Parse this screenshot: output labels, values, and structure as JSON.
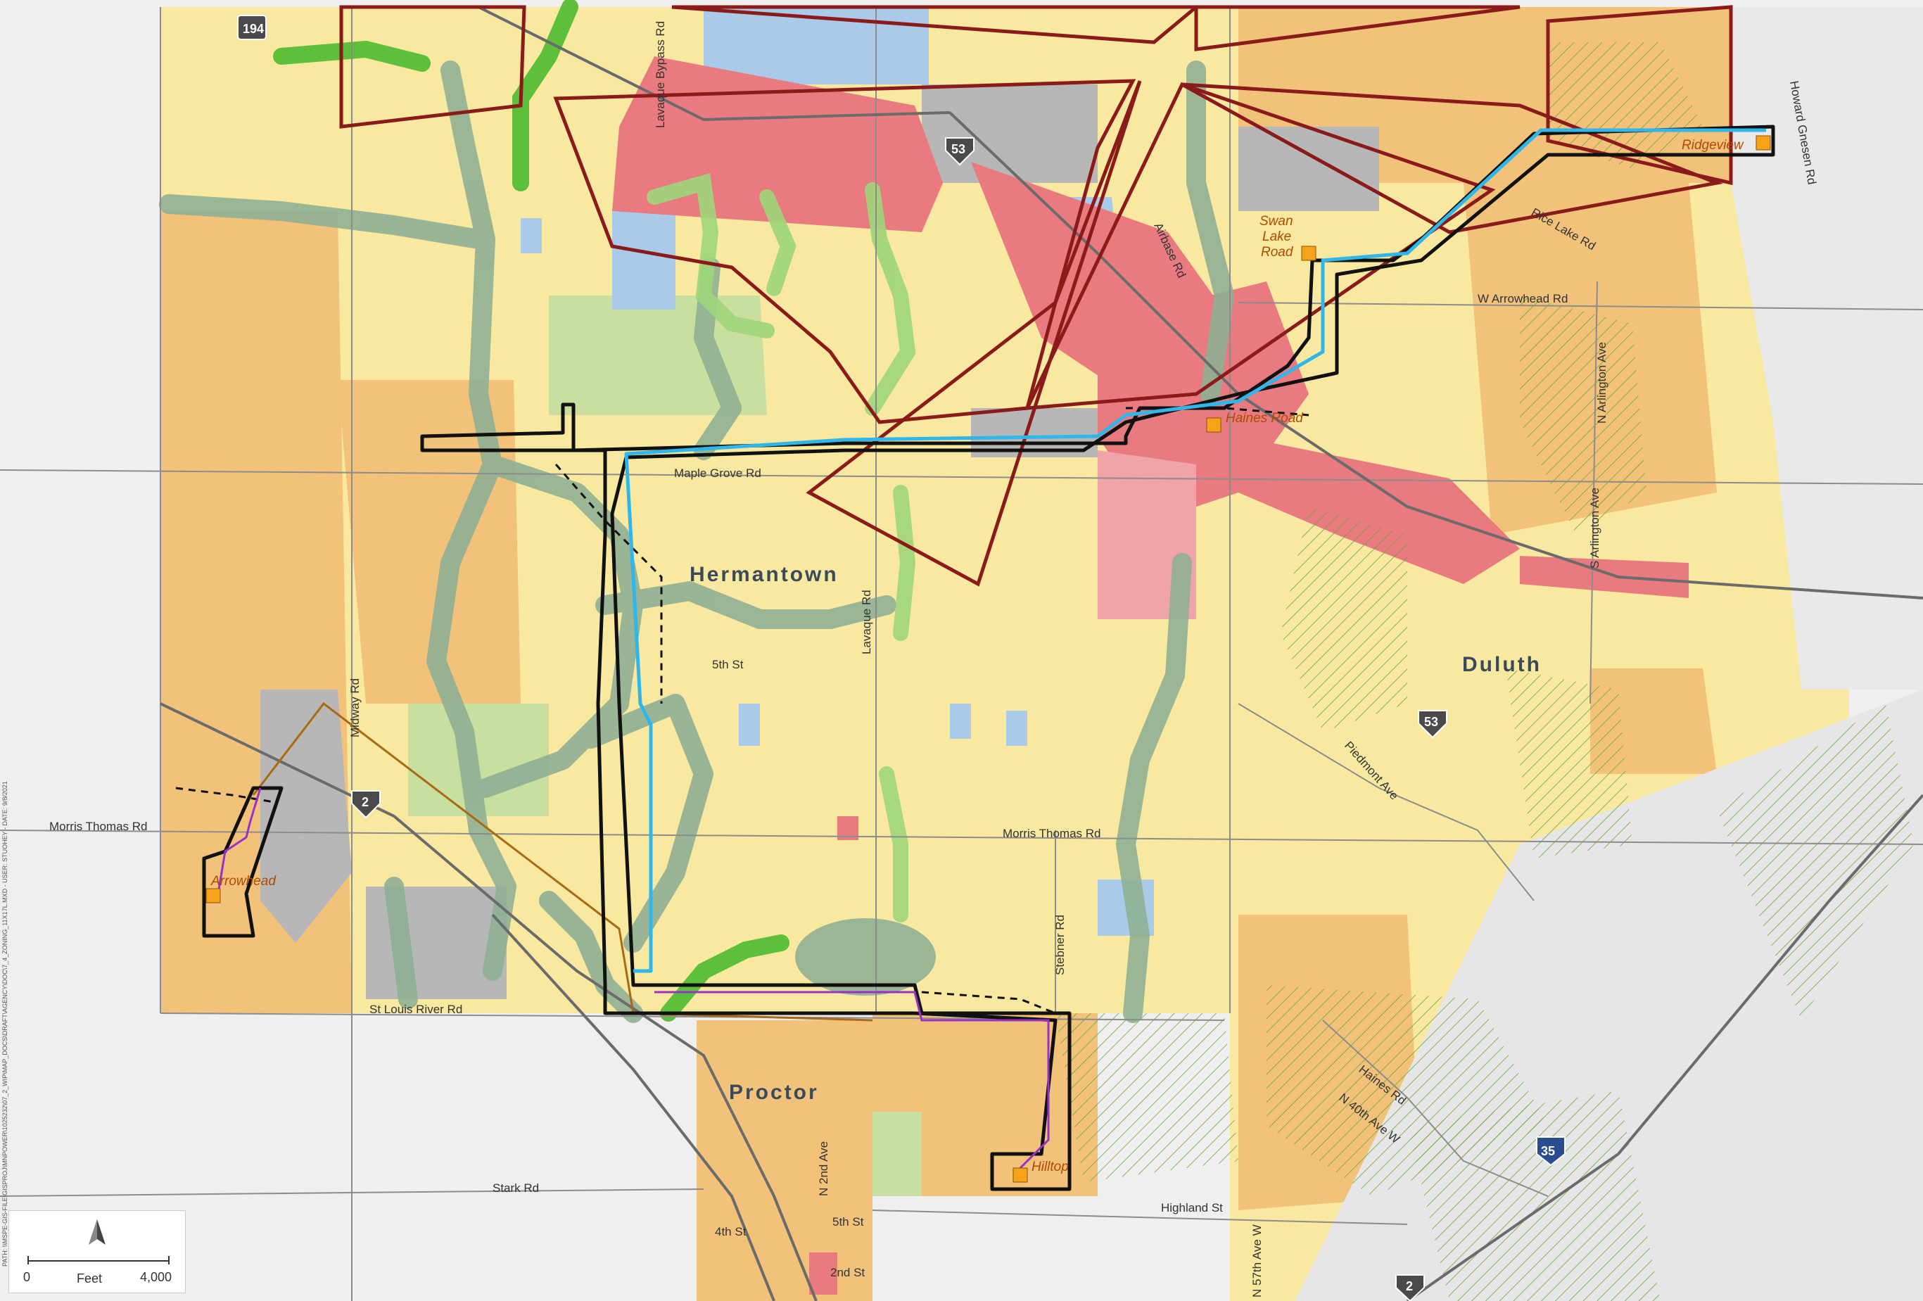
{
  "colors": {
    "rural_residential": "#f8e8a0",
    "residential": "#f2c17a",
    "commercial": "#e87a80",
    "industrial": "#a9cbe9",
    "public": "#b7b7b7",
    "open_space": "#c8dfa0",
    "corridor": "#8fb094",
    "green_trail": "#5dbf3a",
    "route_blue": "#2fb6ea",
    "route_black": "#111111",
    "airport_zone": "#8b1a1a",
    "purple_line": "#9b30c9",
    "orange_line": "#a86a14",
    "substation": "#f7a21b"
  },
  "cities": [
    {
      "name": "Hermantown"
    },
    {
      "name": "Duluth"
    },
    {
      "name": "Proctor"
    }
  ],
  "roads": {
    "lavaque_bypass": "Lavaque Bypass Rd",
    "airbase": "Airbase Rd",
    "rice_lake": "Rice Lake Rd",
    "w_arrowhead": "W Arrowhead Rd",
    "howard_gnesen": "Howard Gnesen Rd",
    "n_arlington": "N Arlington Ave",
    "s_arlington": "S Arlington Ave",
    "maple_grove": "Maple Grove Rd",
    "lavaque": "Lavaque Rd",
    "midway": "Midway Rd",
    "morris_thomas_w": "Morris Thomas Rd",
    "morris_thomas_e": "Morris Thomas Rd",
    "piedmont": "Piedmont Ave",
    "st_louis_river": "St Louis River Rd",
    "stebner": "Stebner Rd",
    "haines": "Haines Rd",
    "n_40th": "N 40th Ave W",
    "stark": "Stark Rd",
    "highland": "Highland St",
    "n_57th": "N 57th Ave W",
    "n_2nd": "N 2nd Ave",
    "5th_st": "5th St",
    "4th_st": "4th St",
    "2nd_st": "2nd St"
  },
  "highways": {
    "h194": "194",
    "h53_north": "53",
    "h53_east": "53",
    "h2_west": "2",
    "h2_south": "2",
    "i35": "35"
  },
  "substations": {
    "ridgeview": "Ridgeview",
    "swan_lake": [
      "Swan",
      "Lake",
      "Road"
    ],
    "haines_road": "Haines Road",
    "arrowhead": "Arrowhead",
    "hilltop": "Hilltop"
  },
  "scale_bar": {
    "start": "0",
    "unit": "Feet",
    "end": "4,000"
  },
  "side_text": "PATH: \\\\MSPE-GIS-FILE\\GISPROJ\\MNPOWER\\1025232\\07_2_WIP\\MAP_DOCS\\DRAFT\\AGENCY\\DOC\\7_4_ZONING_11X17L.MXD - USER: STUOHEY - DATE: 9/8/2021"
}
